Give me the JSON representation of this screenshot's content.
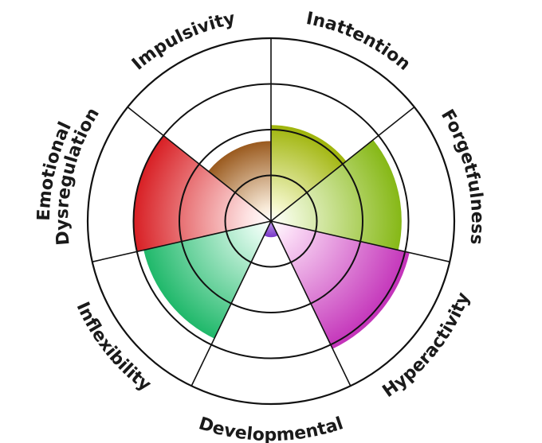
{
  "chart_data": {
    "type": "polar-area",
    "rings": 4,
    "max": 4,
    "categories": [
      {
        "label": "Inattention",
        "value": 2.1,
        "color": "#9fb40a",
        "light": "#f3f6c8"
      },
      {
        "label": "Forgetfulness",
        "value": 2.85,
        "color": "#86b816",
        "light": "#ecf6d2"
      },
      {
        "label": "Hyperactivity",
        "value": 3.1,
        "color": "#c332b9",
        "light": "#f9d6f4"
      },
      {
        "label": "Developmental Delays",
        "value": 0.35,
        "color": "#7a3ac9",
        "light": "#b48ae6"
      },
      {
        "label": "Inflexibility",
        "value": 2.85,
        "color": "#1fb86a",
        "light": "#d7f7e7"
      },
      {
        "label": "Emotional Dysregulation",
        "value": 3.0,
        "color": "#d81f24",
        "light": "#fde1e1"
      },
      {
        "label": "Impulsivity",
        "value": 1.75,
        "color": "#9a5a1e",
        "light": "#f8ead8"
      }
    ]
  }
}
